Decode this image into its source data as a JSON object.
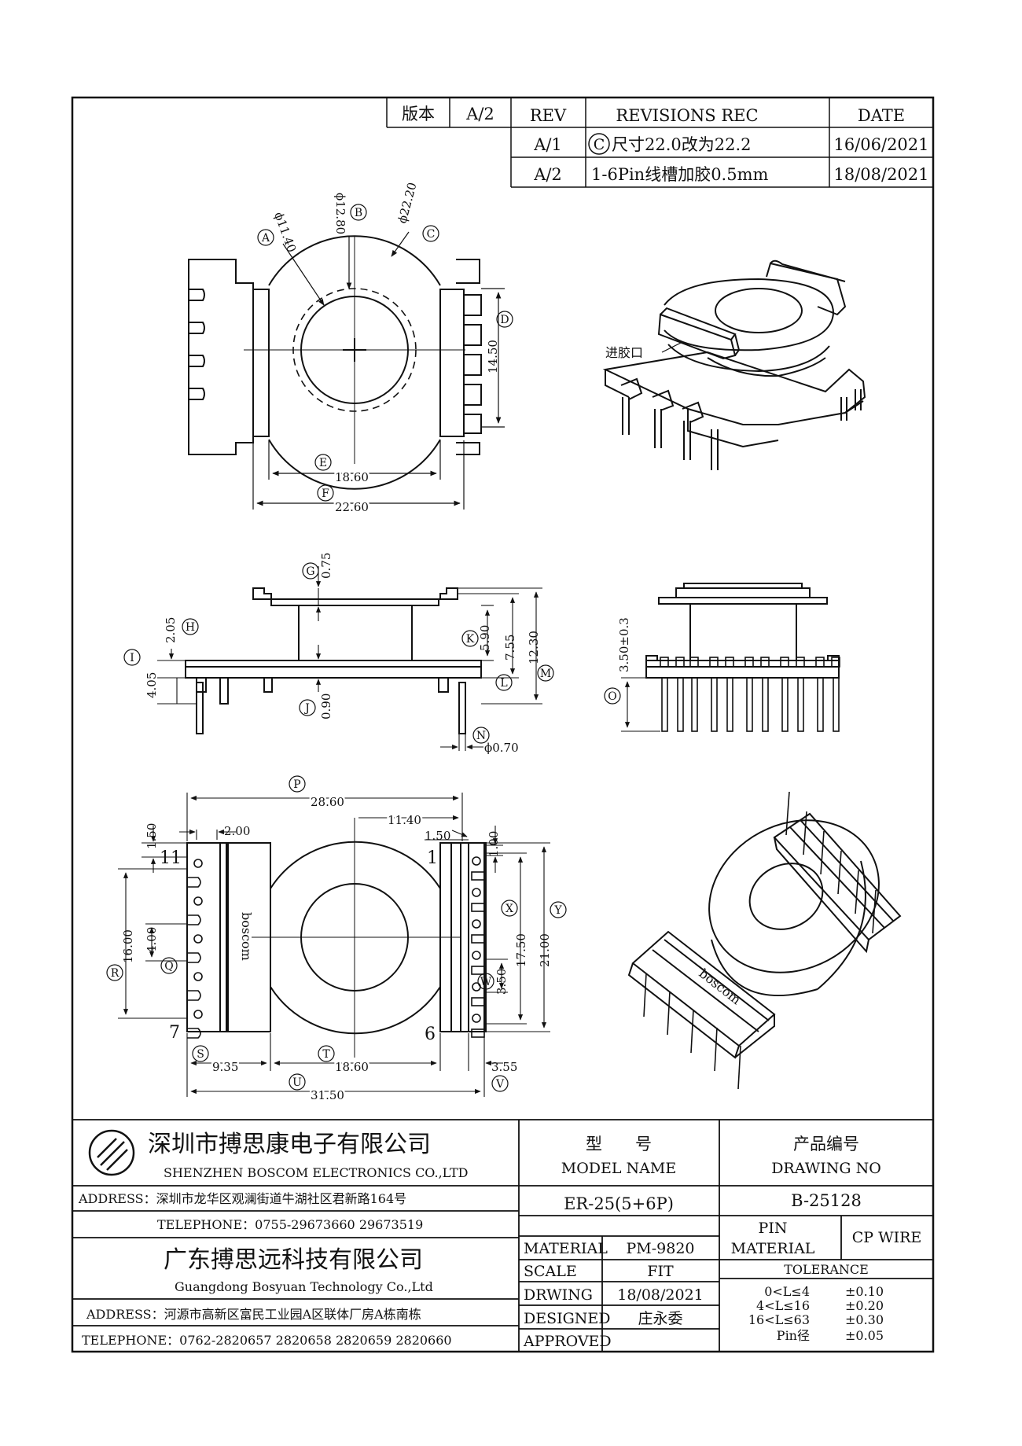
{
  "revision_table": {
    "version_label": "版本",
    "version_value": "A/2",
    "rev_header": "REV",
    "revisions_header": "REVISIONS REC",
    "date_header": "DATE",
    "rows": [
      {
        "rev": "A/1",
        "mark": "C",
        "desc": "尺寸22.0改为22.2",
        "date": "16/06/2021"
      },
      {
        "rev": "A/2",
        "mark": "",
        "desc": "1-6Pin线槽加胶0.5mm",
        "date": "18/08/2021"
      }
    ]
  },
  "top_view": {
    "dia_a": "ϕ11.40",
    "dia_b": "ϕ12.80",
    "dia_c": "ϕ22.20",
    "dim_d": "14.50",
    "dim_e": "18.60",
    "dim_f": "22.60",
    "letters": [
      "A",
      "B",
      "C",
      "D",
      "E",
      "F"
    ]
  },
  "iso_top": {
    "callout": "进胶口"
  },
  "side_view": {
    "g": "0.75",
    "h": "2.05",
    "i": "4.05",
    "j": "0.90",
    "k": "5.90",
    "l": "7.55",
    "m": "12.30",
    "n": "ϕ0.70",
    "letters": [
      "G",
      "H",
      "I",
      "J",
      "K",
      "L",
      "M",
      "N"
    ]
  },
  "front_view": {
    "o": "3.50±0.3",
    "letters": [
      "O"
    ]
  },
  "bottom_view": {
    "p": "28.60",
    "r_11": "11.40",
    "w1": "2.00",
    "w2": "1.50",
    "w3": "1.50",
    "w4": "1.00",
    "r_16": "16.00",
    "q": "4.00",
    "x": "17.50",
    "y": "21.00",
    "w": "3.50",
    "s": "9.35",
    "t": "18.60",
    "u": "31.50",
    "v": "3.55",
    "pin_11": "11",
    "pin_1": "1",
    "pin_7": "7",
    "pin_6": "6",
    "logo": "boscom",
    "letters": [
      "P",
      "Q",
      "R",
      "S",
      "T",
      "U",
      "V",
      "W",
      "X",
      "Y"
    ]
  },
  "title_block": {
    "company1_cn": "深圳市搏思康电子有限公司",
    "company1_en": "SHENZHEN BOSCOM ELECTRONICS CO.,LTD",
    "address1": "ADDRESS：深圳市龙华区观澜街道牛湖社区君新路164号",
    "telephone1": "TELEPHONE：0755-29673660 29673519",
    "company2_cn": "广东搏思远科技有限公司",
    "company2_en": "Guangdong Bosyuan Technology Co.,Ltd",
    "address2": "ADDRESS：河源市高新区富民工业园A区联体厂房A栋南栋",
    "telephone2": "TELEPHONE：0762-2820657 2820658 2820659 2820660",
    "model_cn": "型　　号",
    "model_en": "MODEL NAME",
    "model_value": "ER-25(5+6P)",
    "drawing_cn": "产品编号",
    "drawing_en": "DRAWING NO",
    "drawing_value": "B-25128",
    "material_label": "MATERIAL",
    "material_value": "PM-9820",
    "scale_label": "SCALE",
    "scale_value": "FIT",
    "drwing_label": "DRWING",
    "drwing_value": "18/08/2021",
    "designed_label": "DESIGNED",
    "designed_value": "庄永委",
    "approved_label": "APPROVED",
    "approved_value": "",
    "pin_label": "PIN",
    "pin_material_label": "MATERIAL",
    "pin_material_value": "CP WIRE",
    "tolerance_label": "TOLERANCE",
    "tolerances": [
      {
        "range": "0<L≤4",
        "value": "±0.10"
      },
      {
        "range": "4<L≤16",
        "value": "±0.20"
      },
      {
        "range": "16<L≤63",
        "value": "±0.30"
      },
      {
        "range": "Pin径",
        "value": "±0.05"
      }
    ]
  }
}
